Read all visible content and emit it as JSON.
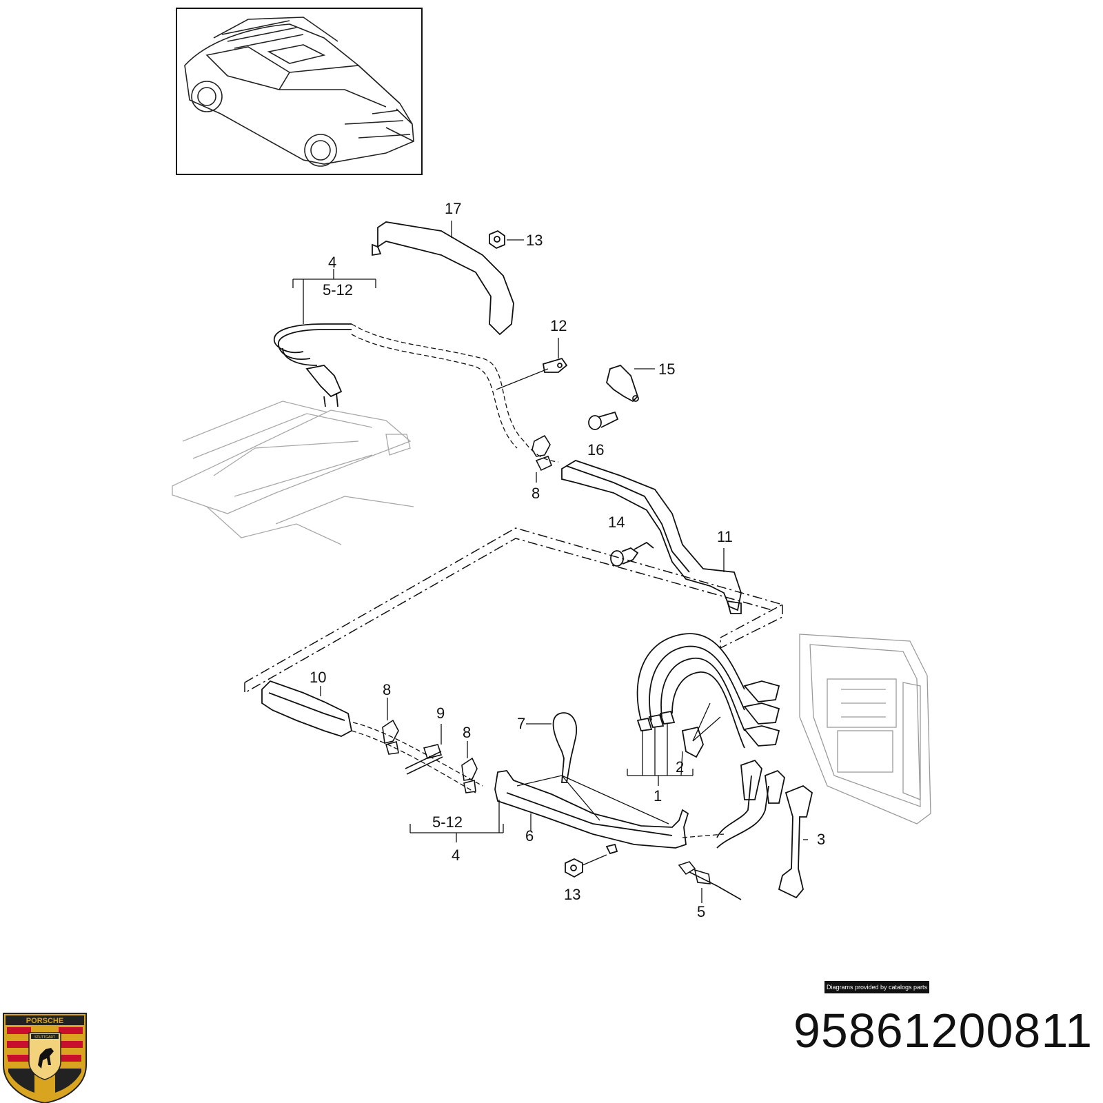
{
  "diagram": {
    "callouts": {
      "c17": "17",
      "c13_top": "13",
      "c4_top": "4",
      "c5_12_top": "5-12",
      "c12": "12",
      "c15": "15",
      "c16": "16",
      "c8_upper": "8",
      "c14": "14",
      "c11": "11",
      "c10": "10",
      "c8_lower_a": "8",
      "c9": "9",
      "c8_lower_b": "8",
      "c7": "7",
      "c2": "2",
      "c1": "1",
      "c3": "3",
      "c6": "6",
      "c5_12_bottom": "5-12",
      "c4_bottom": "4",
      "c13_bottom": "13",
      "c5_bottom": "5"
    },
    "credit_text": "Diagrams provided by catalogs parts",
    "part_number": "95861200811",
    "logo_text": "PORSCHE",
    "logo_sub": "STUTTGART",
    "colors": {
      "line": "#111111",
      "ghost": "#9a9a9a",
      "logo_red": "#c8102e",
      "logo_gold": "#d9a520"
    }
  }
}
